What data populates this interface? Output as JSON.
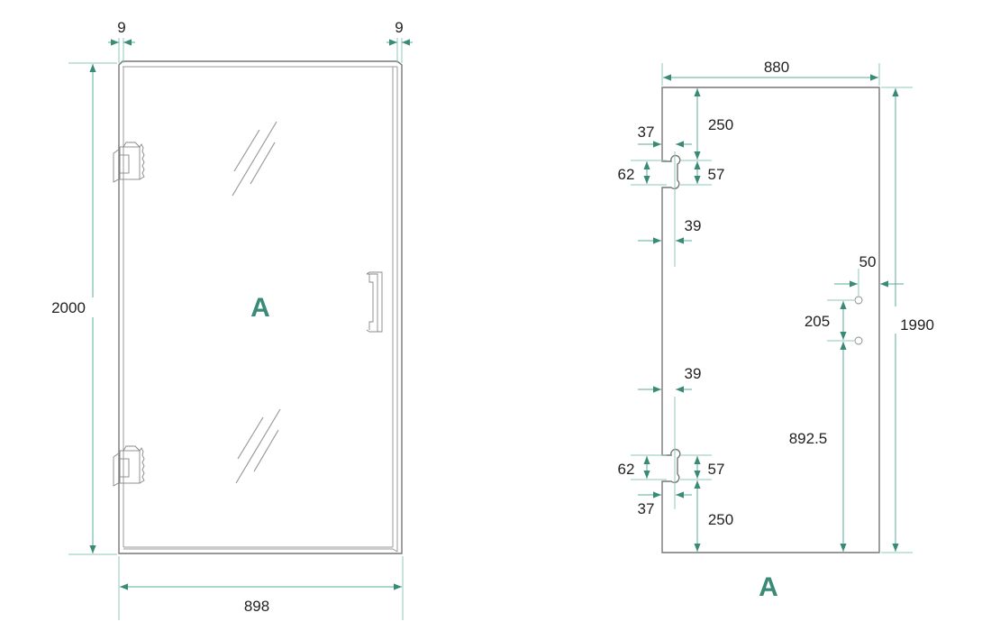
{
  "colors": {
    "dimension": "#3a8a78",
    "extension": "#8cc7ba",
    "outline": "#777777",
    "label": "#3a8a78",
    "text": "#222222"
  },
  "left_view": {
    "label": "A",
    "dims": {
      "frame_left": "9",
      "frame_right": "9",
      "height": "2000",
      "width": "898"
    },
    "components": [
      "glass-panel",
      "hinge-top",
      "hinge-bottom",
      "handle"
    ]
  },
  "right_view": {
    "label": "A",
    "dims": {
      "width": "880",
      "height": "1990",
      "hinge_top_offset": "250",
      "hinge_top_notch_depth": "37",
      "hinge_top_cut_height": "62",
      "hinge_top_hole_spacing": "57",
      "hinge_top_hole_inset": "39",
      "hinge_bottom_hole_inset": "39",
      "hinge_bottom_cut_height": "62",
      "hinge_bottom_hole_spacing": "57",
      "hinge_bottom_notch_depth": "37",
      "hinge_bottom_offset": "250",
      "handle_edge_offset": "50",
      "handle_hole_spacing": "205",
      "handle_height": "892.5"
    }
  }
}
